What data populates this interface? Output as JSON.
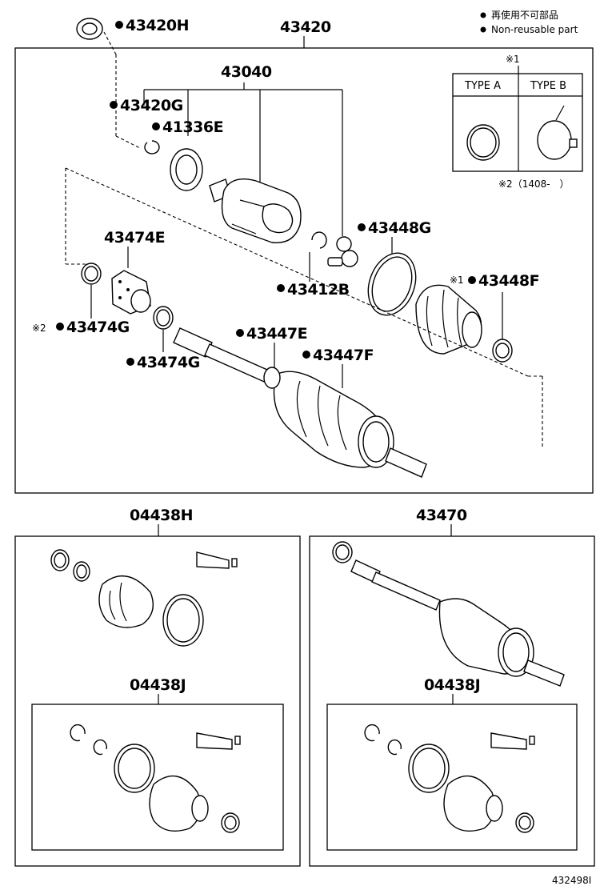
{
  "legend": {
    "jp": "再使用不可部品",
    "en": "Non-reusable part"
  },
  "labels": {
    "assembly_main": "43420",
    "nut": "43420H",
    "inner_joint": "43040",
    "snap_ring_a": "43420G",
    "seal": "41336E",
    "boot_clamp_outer": "43448G",
    "damper": "43474E",
    "snap_ring_b": "43412B",
    "boot_outer": "43448F",
    "damper_clamp_a": "43474G",
    "damper_clamp_b": "43474G",
    "boot_clamp_inner": "43447E",
    "boot_inner": "43447F",
    "kit_outer": "04438H",
    "kit_inner_left": "04438J",
    "shaft_assembly": "43470",
    "kit_inner_right": "04438J"
  },
  "notes": {
    "mark1": "※1",
    "mark2": "※2",
    "mark2_text": "※2（1408-　）",
    "type_a": "TYPE A",
    "type_b": "TYPE B"
  },
  "ref_number": "432498I",
  "colors": {
    "line": "#000000",
    "background": "#ffffff"
  },
  "icons": [
    "bullet-icon"
  ]
}
